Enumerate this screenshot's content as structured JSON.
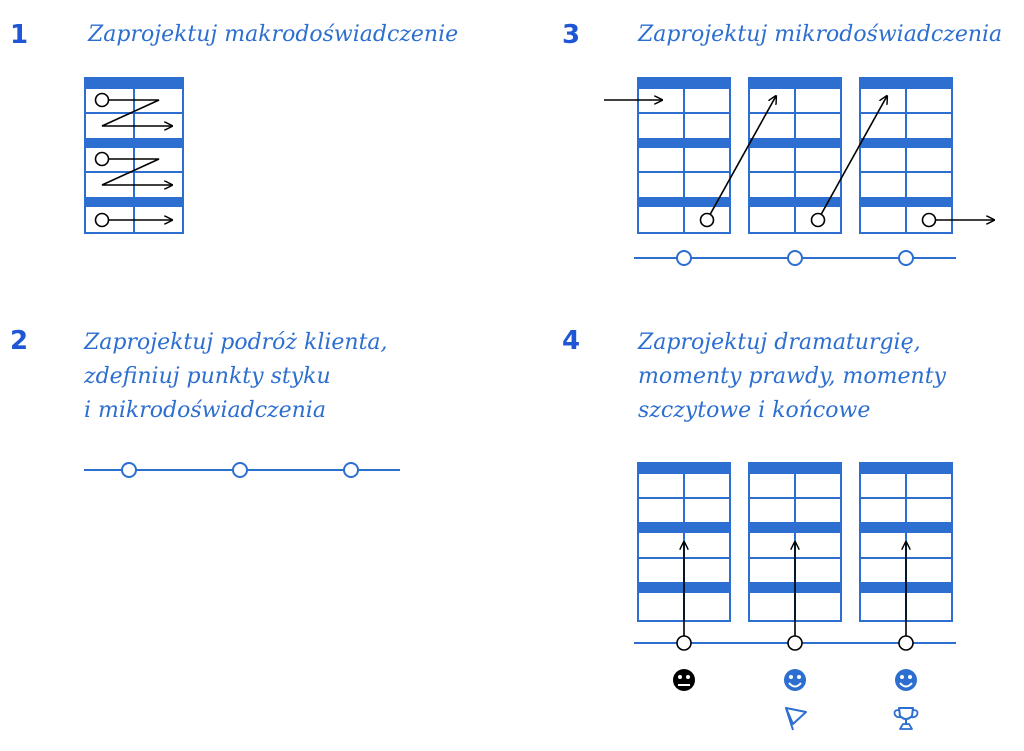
{
  "colors": {
    "accent": "#2c6fd0",
    "number": "#1f56d6",
    "ink": "#000000"
  },
  "steps": [
    {
      "number": "1",
      "title_lines": [
        "Zaprojektuj makrodoświadczenie"
      ]
    },
    {
      "number": "2",
      "title_lines": [
        "Zaprojektuj podróż klienta,",
        "zdefiniuj punkty styku",
        "i mikrodoświadczenia"
      ]
    },
    {
      "number": "3",
      "title_lines": [
        "Zaprojektuj mikrodoświadczenia"
      ]
    },
    {
      "number": "4",
      "title_lines": [
        "Zaprojektuj dramaturgię,",
        "momenty prawdy, momenty",
        "szczytowe i końcowe"
      ]
    }
  ],
  "icons": {
    "moment_faces": [
      "neutral-face-icon",
      "smiley-face-icon",
      "smiley-face-icon"
    ],
    "moment_markers": [
      "",
      "flag-icon",
      "trophy-icon"
    ]
  }
}
